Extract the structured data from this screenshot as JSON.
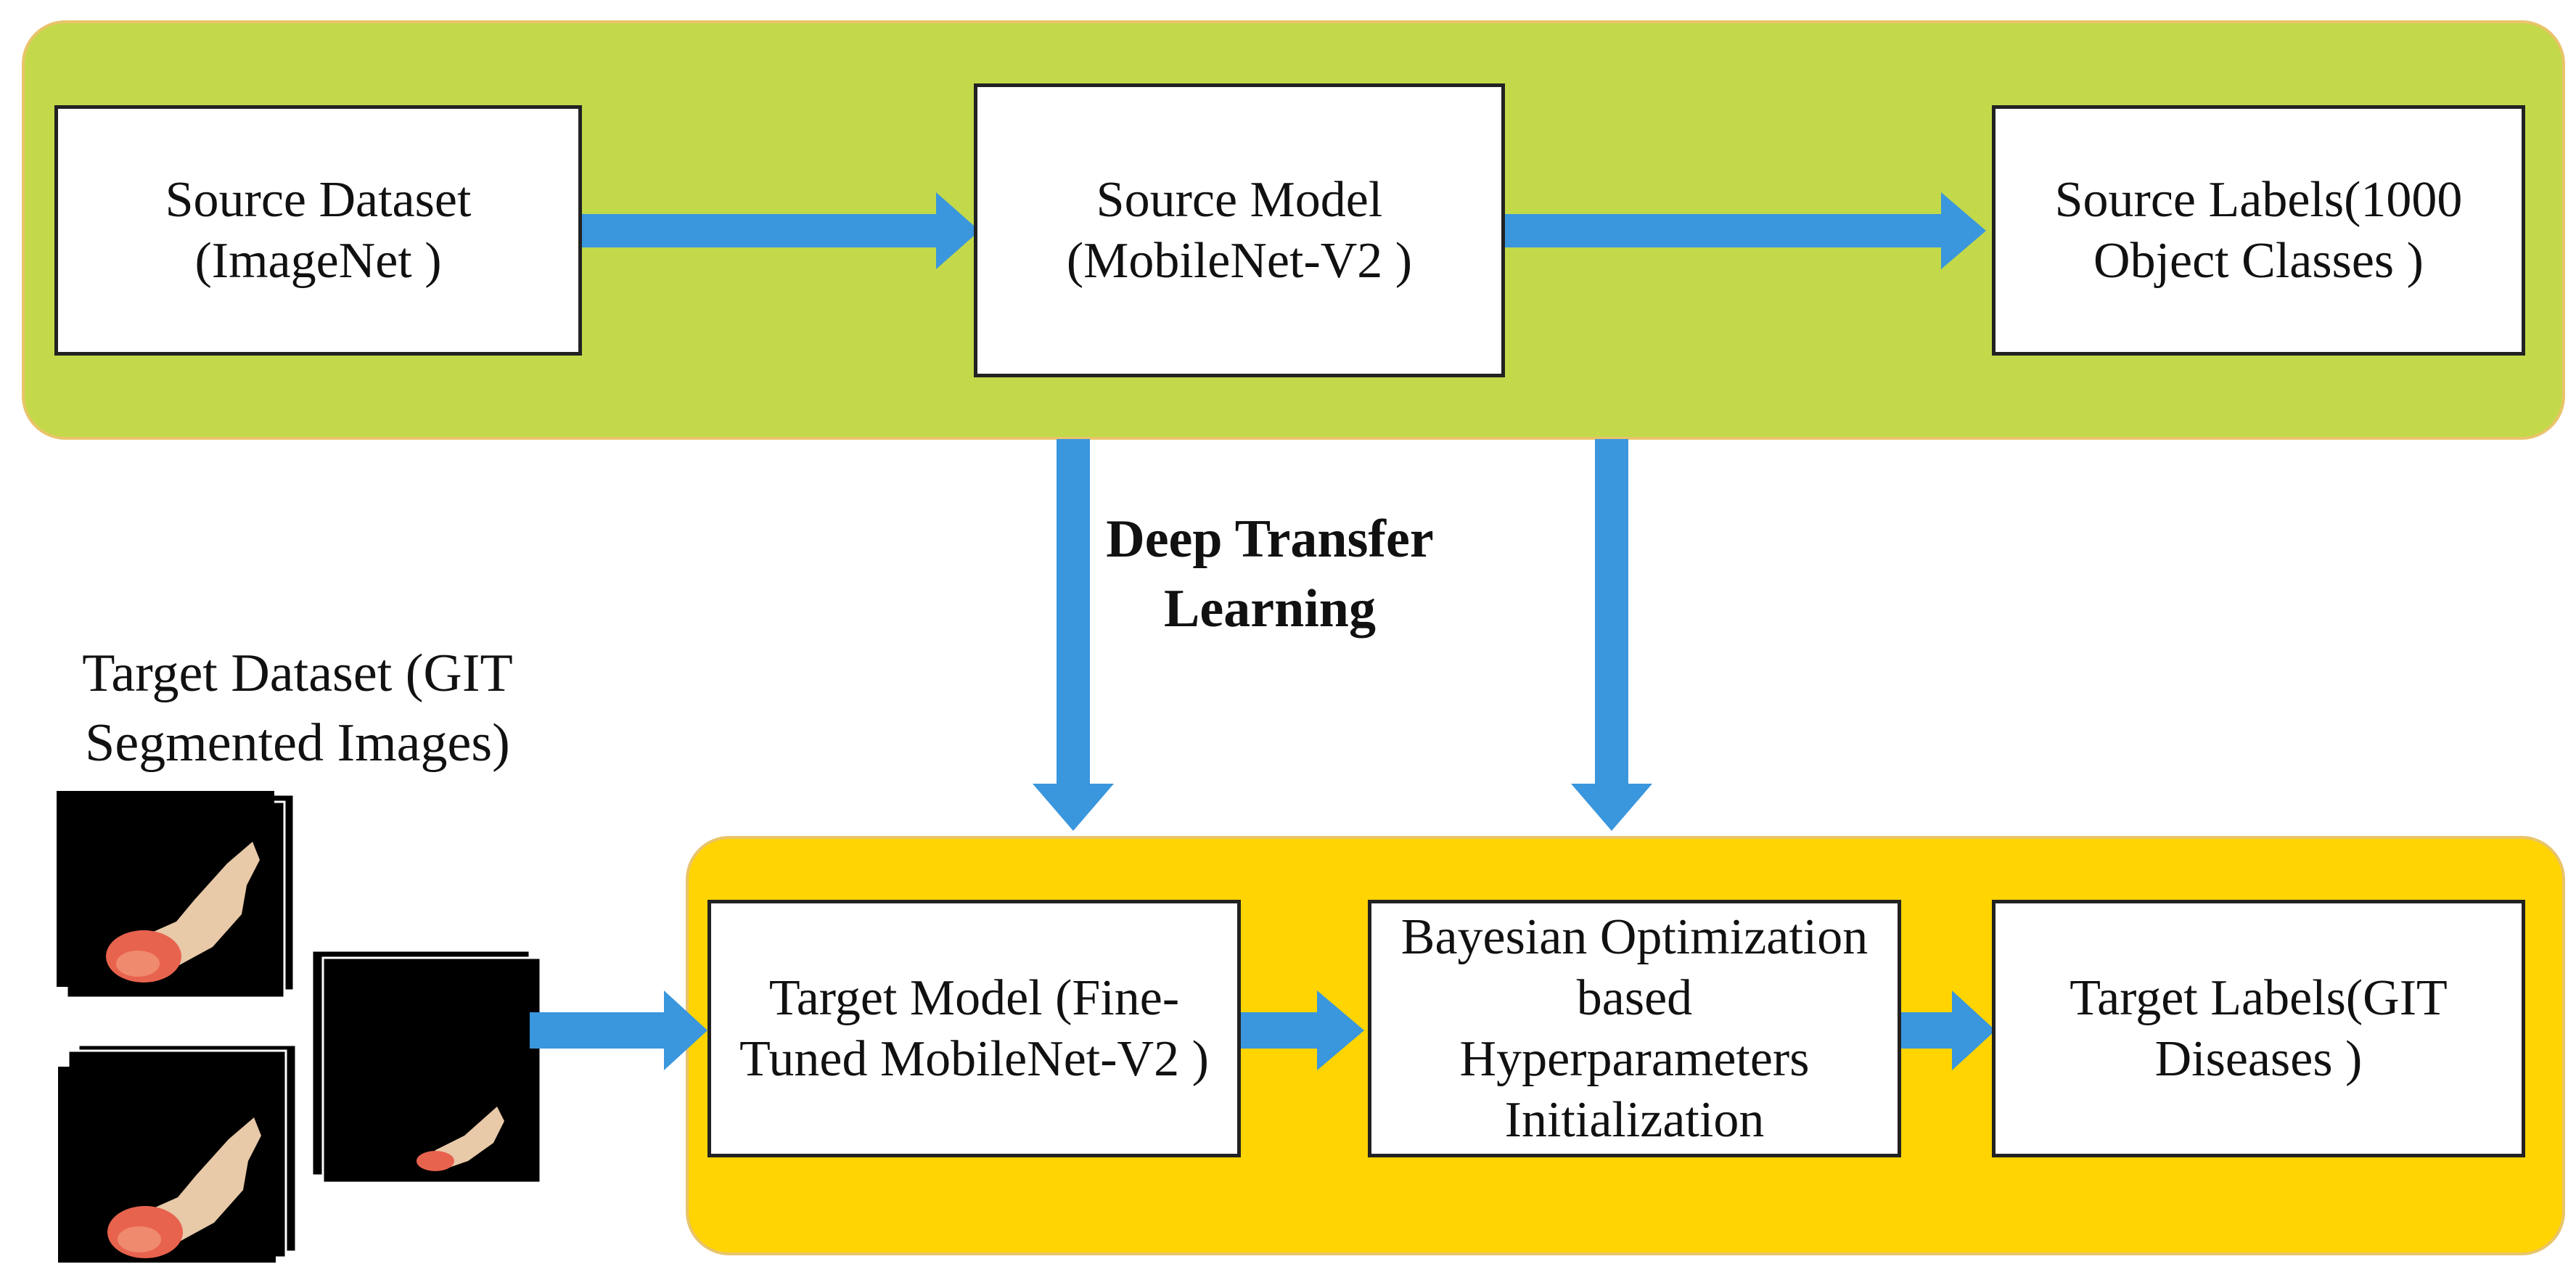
{
  "source_stage": {
    "dataset": {
      "line1": "Source Dataset",
      "line2": "(ImageNet )"
    },
    "model": {
      "line1": "Source Model",
      "line2": "(MobileNet-V2 )"
    },
    "labels": {
      "line1": "Source Labels(1000",
      "line2": "Object Classes )"
    }
  },
  "transfer": {
    "line1": "Deep Transfer",
    "line2": "Learning"
  },
  "target_dataset": {
    "line1": "Target Dataset (GIT",
    "line2": "Segmented Images)"
  },
  "target_stage": {
    "model": {
      "line1": "Target Model (Fine-",
      "line2": "Tuned MobileNet-V2 )"
    },
    "optimization": {
      "line1": "Bayesian Optimization",
      "line2": "based",
      "line3": "Hyperparameters",
      "line4": "Initialization"
    },
    "labels": {
      "line1": "Target Labels(GIT",
      "line2": "Diseases )"
    }
  },
  "colors": {
    "source_panel": "#c3d94a",
    "target_panel": "#ffd400",
    "arrow": "#3a96dd",
    "tissue": "#e8c9a8",
    "lesion": "#e8634e"
  }
}
